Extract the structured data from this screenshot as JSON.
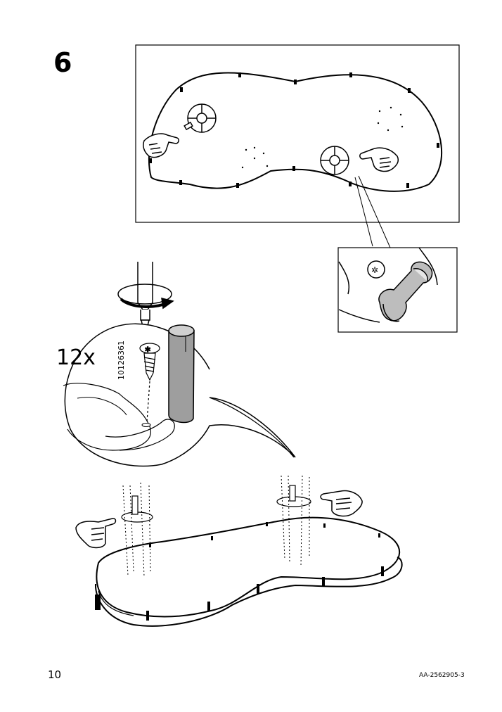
{
  "step": {
    "number": "6"
  },
  "screw": {
    "quantity": "12x",
    "part_number": "10126361"
  },
  "footer": {
    "page_number": "10",
    "document_code": "AA-2562905-3"
  },
  "icons": {
    "top_view_panel": "tabletop-top-view",
    "detail_panel": "pad-detail",
    "screwdriver": "screwdriver-icon",
    "rotation": "rotate-clockwise-icon",
    "screw": "screw-icon",
    "pointing_hand": "pointing-hand-icon",
    "bottom_assembly": "tabletop-underside-assembly"
  }
}
